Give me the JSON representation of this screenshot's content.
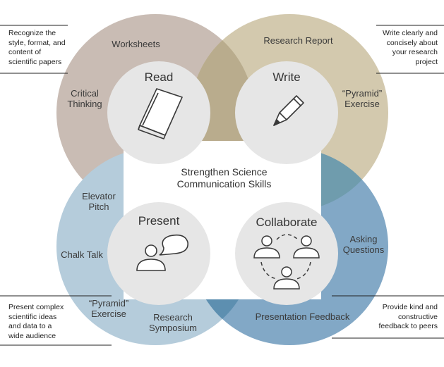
{
  "center": {
    "line1": "Strengthen Science",
    "line2": "Communication Skills"
  },
  "quadrants": {
    "read": {
      "title": "Read",
      "color": "#c9bcb4",
      "items": [
        "Worksheets",
        "Critical\nThinking"
      ]
    },
    "write": {
      "title": "Write",
      "color": "#d3c9ae",
      "items": [
        "Research Report",
        "“Pyramid”\nExercise"
      ]
    },
    "present": {
      "title": "Present",
      "color": "#b5ccdb",
      "items": [
        "Elevator\nPitch",
        "Chalk Talk",
        "“Pyramid”\nExercise",
        "Research\nSymposium"
      ]
    },
    "collaborate": {
      "title": "Collaborate",
      "color": "#82a8c6",
      "items": [
        "Asking\nQuestions",
        "Presentation Feedback"
      ]
    }
  },
  "overlap_colors": {
    "read_write": "#b9ac8d",
    "write_collab": "#6f9cad",
    "present_collab": "#5d8fb0"
  },
  "notes": {
    "top_left": "Recognize the\nstyle, format, and\ncontent of\nscientific papers",
    "top_right": "Write clearly and\nconcisely about\nyour research\nproject",
    "bottom_left": "Present complex\nscientific ideas\nand data to a\nwide audience",
    "bottom_right": "Provide kind and\nconstructive\nfeedback to peers"
  },
  "icons": {
    "read": "book-icon",
    "write": "pencil-icon",
    "present": "speaker-with-speech-bubble-icon",
    "collaborate": "group-network-icon"
  }
}
